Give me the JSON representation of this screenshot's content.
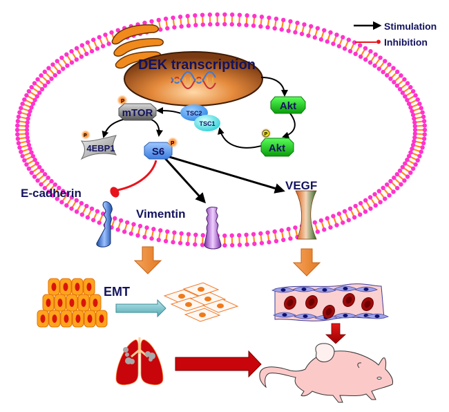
{
  "legend": {
    "stimulation": "Stimulation",
    "inhibition": "Inhibition"
  },
  "nucleus": {
    "label": "DEK transcription"
  },
  "proteins": {
    "mtor": "mTOR",
    "tsc2": "TSC2",
    "tsc1": "TSC1",
    "akt_top": "Akt",
    "akt_bottom": "Akt",
    "fourebp1": "4EBP1",
    "s6": "S6",
    "phospho": "P"
  },
  "receptors": {
    "ecadherin": "E-cadherin",
    "vimentin": "Vimentin",
    "vegf": "VEGF"
  },
  "process": {
    "emt": "EMT"
  },
  "colors": {
    "membrane_head": "#ff33cc",
    "membrane_tail": "#ff8c1a",
    "text": "#13135e",
    "stimulation": "#000000",
    "inhibition": "#e8141c",
    "akt": "#22cc22",
    "big_arrow": "#c8050b",
    "orange_arrow": "#f7943e"
  }
}
